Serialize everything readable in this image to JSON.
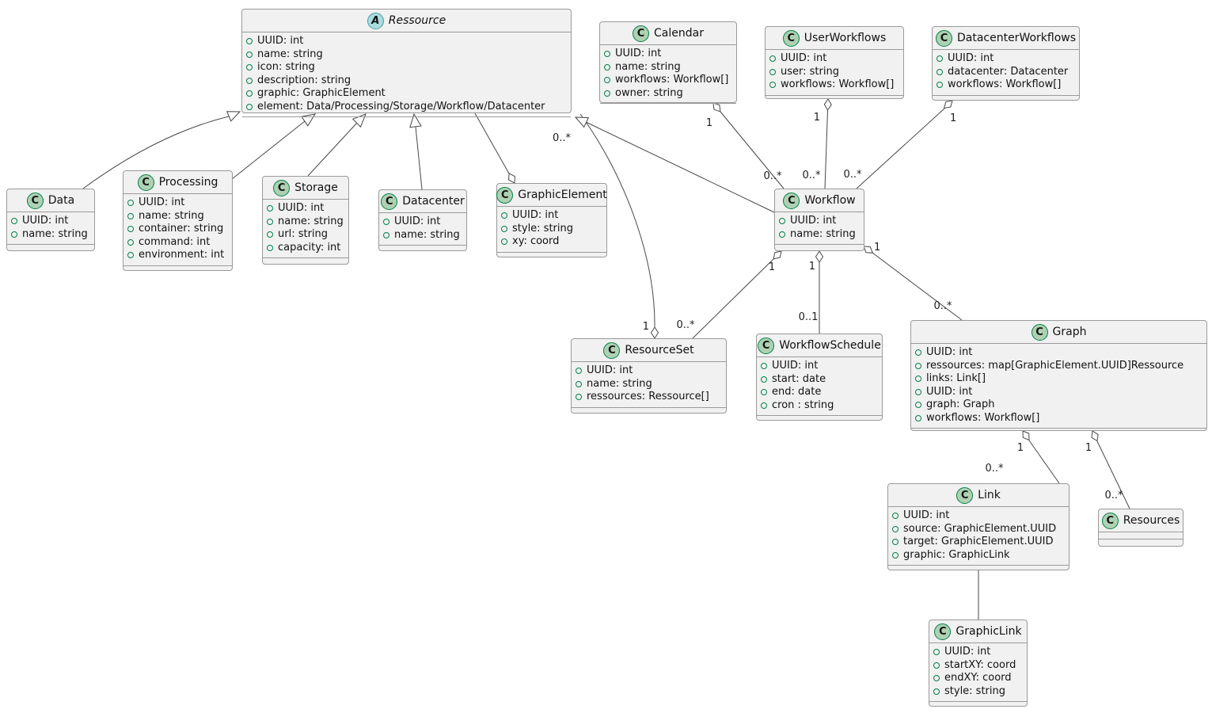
{
  "colors": {
    "box_fill": "#F1F1F1",
    "box_border": "#9A9A9A",
    "edge": "#454645",
    "class_circle_fill": "#ADD1B2",
    "class_circle_border": "#038048",
    "abstract_circle_fill": "#A9DCDF",
    "abstract_circle_border": "#4A9BA5",
    "field_bullet": "#038048"
  },
  "classes": [
    {
      "id": "ressource",
      "kind": "abstract",
      "badge": "A",
      "name": "Ressource",
      "attributes": [
        "UUID: int",
        "name: string",
        "icon: string",
        "description: string",
        "graphic: GraphicElement",
        "element: Data/Processing/Storage/Workflow/Datacenter"
      ]
    },
    {
      "id": "calendar",
      "kind": "class",
      "badge": "C",
      "name": "Calendar",
      "attributes": [
        "UUID: int",
        "name: string",
        "workflows: Workflow[]",
        "owner: string"
      ]
    },
    {
      "id": "userworkflows",
      "kind": "class",
      "badge": "C",
      "name": "UserWorkflows",
      "attributes": [
        "UUID: int",
        "user: string",
        "workflows: Workflow[]"
      ]
    },
    {
      "id": "datacenterworkflows",
      "kind": "class",
      "badge": "C",
      "name": "DatacenterWorkflows",
      "attributes": [
        "UUID: int",
        "datacenter: Datacenter",
        "workflows: Workflow[]"
      ]
    },
    {
      "id": "data",
      "kind": "class",
      "badge": "C",
      "name": "Data",
      "attributes": [
        "UUID: int",
        "name: string"
      ]
    },
    {
      "id": "processing",
      "kind": "class",
      "badge": "C",
      "name": "Processing",
      "attributes": [
        "UUID: int",
        "name: string",
        "container: string",
        "command: int",
        "environment: int"
      ]
    },
    {
      "id": "storage",
      "kind": "class",
      "badge": "C",
      "name": "Storage",
      "attributes": [
        "UUID: int",
        "name: string",
        "url: string",
        "capacity: int"
      ]
    },
    {
      "id": "datacenter",
      "kind": "class",
      "badge": "C",
      "name": "Datacenter",
      "attributes": [
        "UUID: int",
        "name: string"
      ]
    },
    {
      "id": "graphicelement",
      "kind": "class",
      "badge": "C",
      "name": "GraphicElement",
      "attributes": [
        "UUID: int",
        "style: string",
        "xy: coord"
      ]
    },
    {
      "id": "workflow",
      "kind": "class",
      "badge": "C",
      "name": "Workflow",
      "attributes": [
        "UUID: int",
        "name: string"
      ]
    },
    {
      "id": "resourceset",
      "kind": "class",
      "badge": "C",
      "name": "ResourceSet",
      "attributes": [
        "UUID: int",
        "name: string",
        "ressources: Ressource[]"
      ]
    },
    {
      "id": "workflowschedule",
      "kind": "class",
      "badge": "C",
      "name": "WorkflowSchedule",
      "attributes": [
        "UUID: int",
        "start: date",
        "end: date",
        "cron : string"
      ]
    },
    {
      "id": "graph",
      "kind": "class",
      "badge": "C",
      "name": "Graph",
      "attributes": [
        "UUID: int",
        "ressources: map[GraphicElement.UUID]Ressource",
        "links: Link[]",
        "UUID: int",
        "graph: Graph",
        "workflows: Workflow[]"
      ]
    },
    {
      "id": "link",
      "kind": "class",
      "badge": "C",
      "name": "Link",
      "attributes": [
        "UUID: int",
        "source: GraphicElement.UUID",
        "target: GraphicElement.UUID",
        "graphic: GraphicLink"
      ]
    },
    {
      "id": "resources",
      "kind": "class",
      "badge": "C",
      "name": "Resources",
      "attributes": []
    },
    {
      "id": "graphiclink",
      "kind": "class",
      "badge": "C",
      "name": "GraphicLink",
      "attributes": [
        "UUID: int",
        "startXY: coord",
        "endXY: coord",
        "style: string"
      ]
    }
  ],
  "labels": [
    {
      "edge": "calendar-workflow",
      "end": "calendar",
      "text": "1"
    },
    {
      "edge": "calendar-workflow",
      "end": "workflow",
      "text": "0..*"
    },
    {
      "edge": "userworkflows-workflow",
      "end": "userworkflows",
      "text": "1"
    },
    {
      "edge": "userworkflows-workflow",
      "end": "workflow",
      "text": "0..*"
    },
    {
      "edge": "datacenterworkflows-workflow",
      "end": "datacenterworkflows",
      "text": "1"
    },
    {
      "edge": "datacenterworkflows-workflow",
      "end": "workflow",
      "text": "0..*"
    },
    {
      "edge": "resourceset-ressource",
      "end": "ressource",
      "text": "0..*"
    },
    {
      "edge": "resourceset-ressource",
      "end": "resourceset",
      "text": "1"
    },
    {
      "edge": "workflow-resourceset",
      "end": "workflow",
      "text": "1"
    },
    {
      "edge": "workflow-resourceset",
      "end": "resourceset",
      "text": "0..*"
    },
    {
      "edge": "workflow-workflowschedule",
      "end": "workflow",
      "text": "1"
    },
    {
      "edge": "workflow-workflowschedule",
      "end": "workflowschedule",
      "text": "0..1"
    },
    {
      "edge": "workflow-graph",
      "end": "workflow",
      "text": "1"
    },
    {
      "edge": "workflow-graph",
      "end": "graph",
      "text": "0..*"
    },
    {
      "edge": "graph-link",
      "end": "graph",
      "text": "1"
    },
    {
      "edge": "graph-link",
      "end": "link",
      "text": "0..*"
    },
    {
      "edge": "graph-resources",
      "end": "graph",
      "text": "1"
    },
    {
      "edge": "graph-resources",
      "end": "resources",
      "text": "0..*"
    }
  ]
}
